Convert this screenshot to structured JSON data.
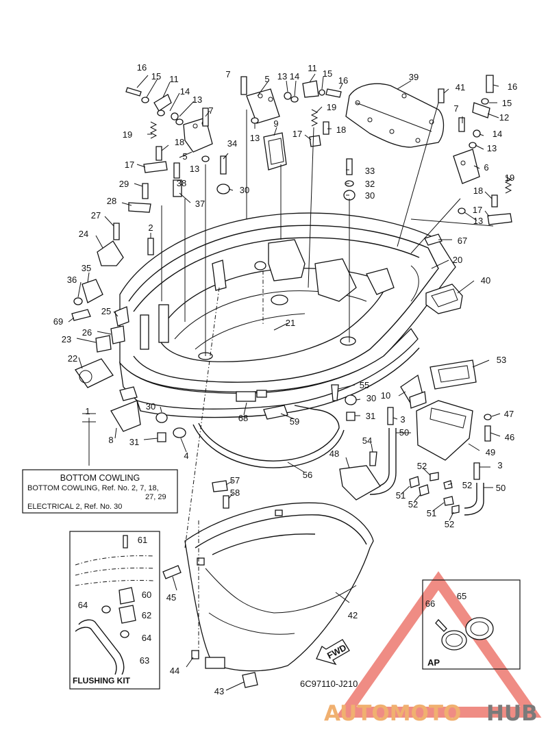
{
  "diagram": {
    "code": "6C97110-J210",
    "fwd_arrow": "FWD",
    "legend_box": {
      "title": "BOTTOM COWLING",
      "line1": "BOTTOM COWLING,  Ref. No. 2, 7, 18,",
      "line2": "27, 29",
      "line3": "ELECTRICAL 2,  Ref. No. 30"
    },
    "flushing_kit": {
      "title": "FLUSHING KIT"
    },
    "ap_box": {
      "label": "AP"
    },
    "watermark": {
      "part1": "AUTOMOTO",
      "part2": "HUB",
      "color1": "#f0b070",
      "color2": "#7a7a7a",
      "triangle_color": "#e8564a"
    },
    "callouts": [
      "16",
      "15",
      "11",
      "14",
      "13",
      "7",
      "19",
      "18",
      "5",
      "17",
      "13",
      "38",
      "29",
      "37",
      "28",
      "34",
      "30",
      "27",
      "2",
      "24",
      "35",
      "36",
      "69",
      "25",
      "26",
      "23",
      "22",
      "1",
      "8",
      "30",
      "31",
      "4",
      "7",
      "5",
      "13",
      "14",
      "11",
      "15",
      "16",
      "19",
      "9",
      "13",
      "17",
      "18",
      "39",
      "41",
      "16",
      "7",
      "15",
      "12",
      "14",
      "13",
      "6",
      "19",
      "18",
      "17",
      "13",
      "33",
      "32",
      "30",
      "67",
      "20",
      "40",
      "21",
      "53",
      "55",
      "10",
      "30",
      "31",
      "3",
      "47",
      "46",
      "50",
      "54",
      "48",
      "49",
      "52",
      "52",
      "3",
      "51",
      "52",
      "51",
      "52",
      "50",
      "68",
      "59",
      "56",
      "57",
      "58",
      "61",
      "60",
      "64",
      "62",
      "64",
      "63",
      "45",
      "42",
      "44",
      "43",
      "66",
      "65"
    ]
  }
}
